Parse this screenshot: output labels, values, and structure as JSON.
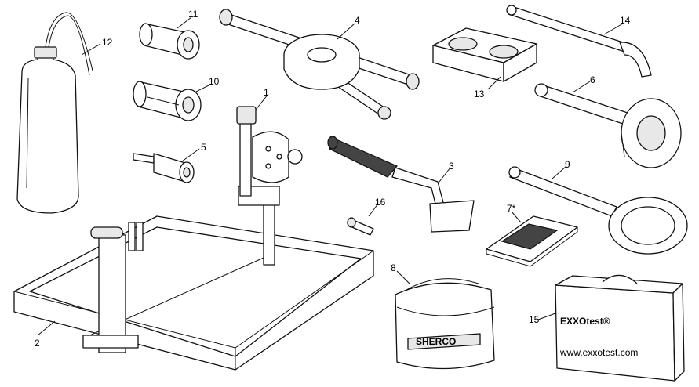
{
  "labels": {
    "l1": "1",
    "l2": "2",
    "l3": "3",
    "l4": "4",
    "l5": "5",
    "l6": "6",
    "l7": "7*",
    "l8": "8",
    "l9": "9",
    "l10": "10",
    "l11": "11",
    "l12": "12",
    "l13": "13",
    "l14": "14",
    "l15": "15",
    "l16": "16"
  },
  "bag_brand": "SHERCO",
  "case_logo": "EXXOtest®",
  "case_url": "www.exxotest.com"
}
